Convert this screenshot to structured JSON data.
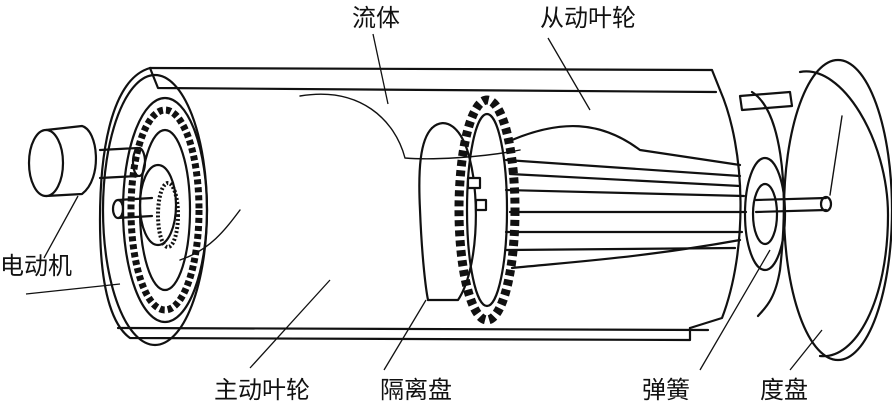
{
  "labels": {
    "fluid": "流体",
    "driven_impeller": "从动叶轮",
    "motor": "电动机",
    "driving_impeller": "主动叶轮",
    "partition_disc": "隔离盘",
    "spring": "弹簧",
    "dial": "度盘"
  }
}
